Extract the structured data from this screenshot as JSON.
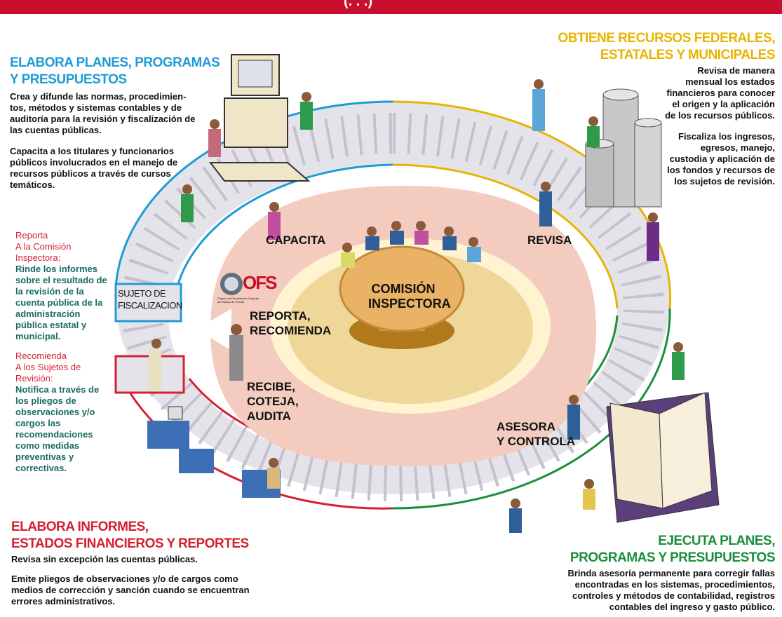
{
  "header": {
    "partial_text": "(. . .)",
    "color": "#c8102e"
  },
  "colors": {
    "blue": "#1e9bd7",
    "yellow": "#e8b400",
    "green": "#1a8f3a",
    "red": "#d42032",
    "teal": "#1a6b63",
    "pink_ring": "#f3cbbf",
    "table": "#e9b264"
  },
  "top_left": {
    "heading": "ELABORA PLANES, PROGRAMAS\nY PRESUPUESTOS",
    "p1": "Crea y difunde las normas, procedimien-\ntos, métodos y sistemas contables y de\nauditoría para la revisión y fiscalización de\nlas cuentas públicas.",
    "p2": "Capacita a los titulares y funcionarios\npúblicos involucrados en el manejo de\nrecursos públicos a través de cursos\ntemáticos."
  },
  "left_mid": {
    "r_head": "Reporta\nA la Comisión\nInspectora:",
    "r_body": "Rinde los informes\nsobre el resultado de\nla revisión de la\ncuenta pública de la\nadministración\npública estatal y\nmunicipal.",
    "c_head": "Recomienda\nA los Sujetos de\nRevisión:",
    "c_body": "Notifica a través de\nlos pliegos de\nobservaciones y/o\ncargos las\nrecomendaciones\ncomo medidas\npreventivas y\ncorrectivas."
  },
  "top_right": {
    "heading": "OBTIENE RECURSOS FEDERALES,\nESTATALES Y MUNICIPALES",
    "p1": "Revisa de manera\nmensual los estados\nfinancieros para conocer\nel origen y la aplicación\nde los recursos públicos.",
    "p2": "Fiscaliza los ingresos,\negresos, manejo,\ncustodia y aplicación de\nlos fondos y recursos de\nlos sujetos de revisión."
  },
  "bottom_left": {
    "heading": "ELABORA INFORMES,\nESTADOS FINANCIEROS Y REPORTES",
    "p1": "Revisa sin excepción las cuentas públicas.",
    "p2": "Emite pliegos de observaciones y/o de cargos como\nmedios de corrección y sanción cuando se encuentran\nerrores administrativos."
  },
  "bottom_right": {
    "heading": "EJECUTA PLANES,\nPROGRAMAS Y PRESUPUESTOS",
    "p1": "Brinda asesoría permanente para corregir fallas\nencontradas en los sistemas, procedimientos,\ncontroles y métodos de contabilidad, registros\ncontables del ingreso y gasto público."
  },
  "ring_labels": {
    "capacita": "CAPACITA",
    "revisa": "REVISA",
    "reporta": "REPORTA,\nRECOMIENDA",
    "recibe": "RECIBE,\nCOTEJA,\nAUDITA",
    "asesora": "ASESORA\nY CONTROLA",
    "sujeto": "SUJETO DE\nFISCALIZACION"
  },
  "center": {
    "title": "COMISIÓN\nINSPECTORA"
  },
  "logo": {
    "letters": "OFS",
    "caption": "Órgano de Fiscalización Superior\ndel Estado de Puebla"
  }
}
